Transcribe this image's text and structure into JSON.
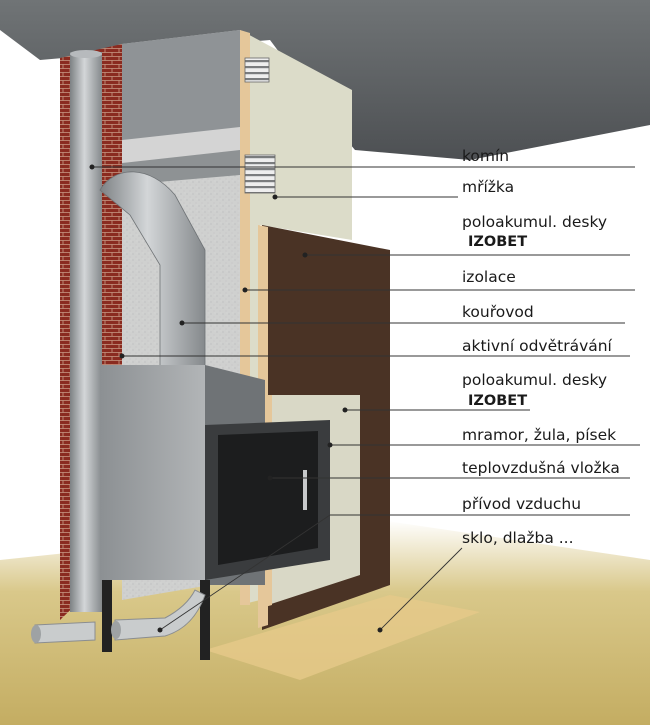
{
  "labels": {
    "komin": "komín",
    "mrizka": "mřížka",
    "poloakumul1_line1": "poloakumul. desky",
    "poloakumul1_line2": "IZOBET",
    "izolace": "izolace",
    "kourovod": "kouřovod",
    "aktivni": "aktivní odvětrávání",
    "poloakumul2_line1": "poloakumul. desky",
    "poloakumul2_line2": "IZOBET",
    "mramor": "mramor, žula, písek",
    "teplovzdusna": "teplovzdušná vložka",
    "privod": "přívod vzduchu",
    "sklo": "sklo, dlažba ..."
  },
  "colors": {
    "ceiling": "#5f6366",
    "floor": "#c9b46f",
    "brick": "#8a2b20",
    "insulation": "#cfd0cf",
    "panel_light": "#dcdcc9",
    "panel_dark": "#4a3325",
    "board_edge": "#e5c79a",
    "insert_body": "#9a9ea1",
    "glass": "#1c1d1e",
    "marble": "#d9d8c6",
    "pipe": "#a9adb0"
  }
}
